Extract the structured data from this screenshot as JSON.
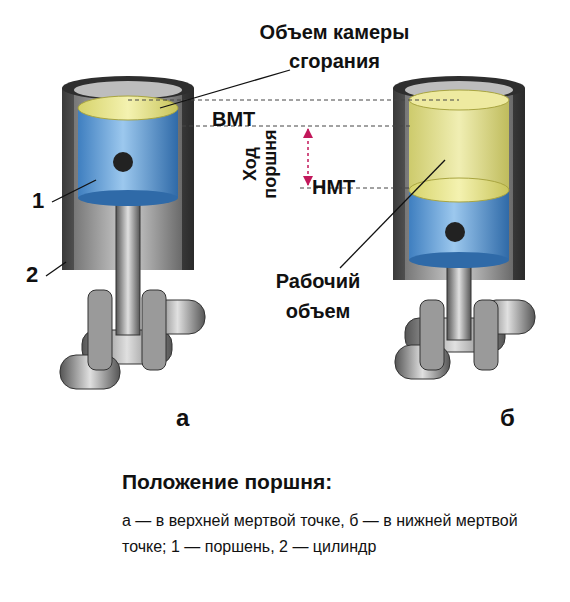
{
  "diagram": {
    "title": "Положение поршня:",
    "caption": "а — в верхней мертвой точке, б — в нижней мертвой точке; 1 — поршень, 2 — цилиндр",
    "labels": [
      "Объем камеры сгорания",
      "ВМТ",
      "Ход поршня",
      "НМТ",
      "Рабочий объем",
      "1",
      "2",
      "а",
      "б"
    ]
  }
}
